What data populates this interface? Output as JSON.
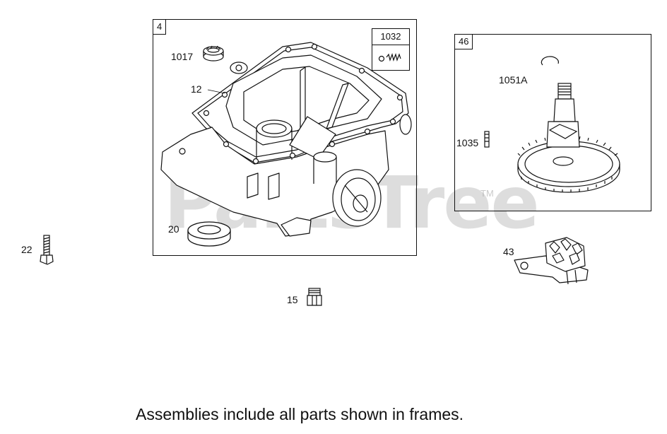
{
  "frames": {
    "main": {
      "label": "4"
    },
    "sub": {
      "label": "1032"
    },
    "cam": {
      "label": "46"
    }
  },
  "parts": {
    "p1017": "1017",
    "p12": "12",
    "p20": "20",
    "p22": "22",
    "p15": "15",
    "p1051a": "1051A",
    "p1035": "1035",
    "p43": "43"
  },
  "watermark": {
    "text": "PartsTree",
    "tm": "TM"
  },
  "caption": "Assemblies include all parts shown in frames."
}
